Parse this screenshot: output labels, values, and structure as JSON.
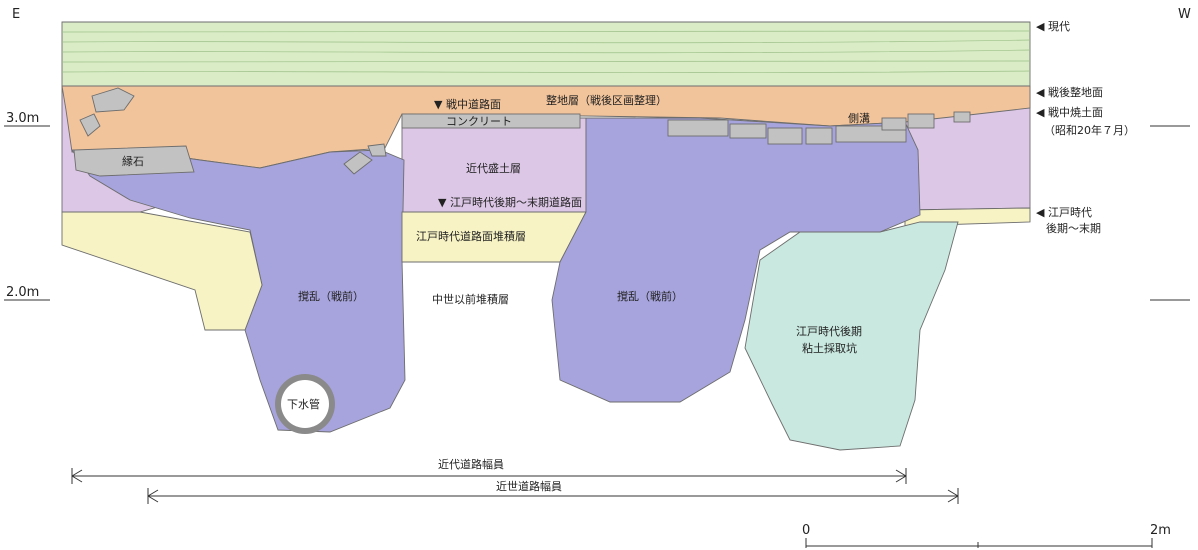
{
  "directions": {
    "east": "E",
    "west": "W"
  },
  "elevations": {
    "upper": "3.0m",
    "lower": "2.0m"
  },
  "right_labels": {
    "modern": "◀ 現代",
    "postwar": "◀ 戦後整地面",
    "wartime_1": "◀ 戦中焼土面",
    "wartime_2": "（昭和20年７月）",
    "edo_1": "◀ 江戸時代",
    "edo_2": "後期～末期"
  },
  "layers": {
    "leveling": "整地層（戦後区画整理）",
    "wartime_road": "▼ 戦中道路面",
    "concrete": "コンクリート",
    "gutter": "側溝",
    "curbstone": "縁石",
    "modern_fill": "近代盛土層",
    "edo_road_surface": "▼ 江戸時代後期～末期道路面",
    "edo_road_deposit": "江戸時代道路面堆積層",
    "disturbance_left": "撹乱（戦前）",
    "medieval": "中世以前堆積層",
    "disturbance_mid": "撹乱（戦前）",
    "clay_pit_1": "江戸時代後期",
    "clay_pit_2": "粘土採取坑",
    "sewer": "下水管"
  },
  "widths": {
    "modern_road": "近代道路幅員",
    "early_modern_road": "近世道路幅員"
  },
  "scale": {
    "start": "0",
    "end": "2m"
  },
  "colors": {
    "modern_layer": "#d9ecc6",
    "leveling": "#f2c49b",
    "purple_fill": "#dcc7e6",
    "disturbance": "#a7a4dd",
    "edo_deposit": "#f7f3c4",
    "clay_pit": "#c9e8e0",
    "stone": "#c2c2c2"
  }
}
